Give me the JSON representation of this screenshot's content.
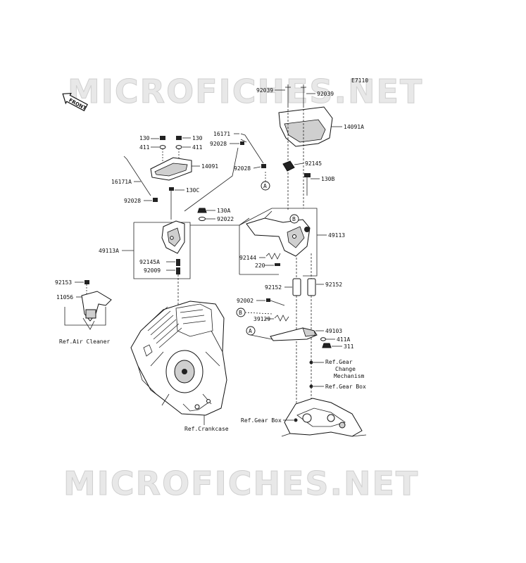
{
  "watermark": "MICROFICHES.NET",
  "diagram_code": "E7110",
  "front_label": "FRONT",
  "labels": {
    "l92039a": "92039",
    "l92039b": "92039",
    "l14091A": "14091A",
    "l130a": "130",
    "l130b": "130",
    "l411a": "411",
    "l411b": "411",
    "l16171": "16171",
    "l92028a": "92028",
    "l92028b": "92028",
    "l92028c": "92028",
    "l14091": "14091",
    "l16171A": "16171A",
    "l130C": "130C",
    "l92145": "92145",
    "l130B": "130B",
    "l130A": "130A",
    "l92022": "92022",
    "l49113A": "49113A",
    "l49113": "49113",
    "l92145A": "92145A",
    "l92009": "92009",
    "l92144": "92144",
    "l220": "220",
    "l92153": "92153",
    "l11056": "11056",
    "l92152a": "92152",
    "l92152b": "92152",
    "l92002": "92002",
    "l39129": "39129",
    "l49103": "49103",
    "l411A": "411A",
    "l311": "311",
    "refAir": "Ref.Air Cleaner",
    "refGearChange1": "Ref.Gear",
    "refGearChange2": "Change",
    "refGearChange3": "Mechanism",
    "refGearBox1": "Ref.Gear Box",
    "refGearBox2": "Ref.Gear Box",
    "refCrank": "Ref.Crankcase",
    "markA1": "A",
    "markA2": "A",
    "markB1": "B",
    "markB2": "B"
  }
}
